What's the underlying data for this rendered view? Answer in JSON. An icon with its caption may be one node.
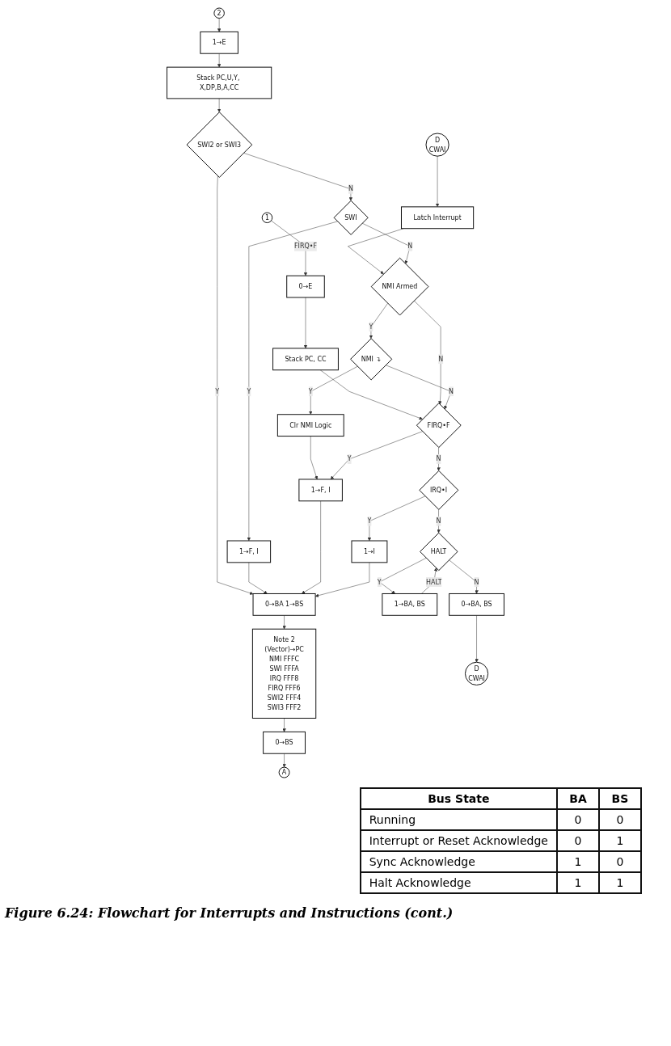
{
  "diagram": {
    "caption": "Figure 6.24: Flowchart for Interrupts and Instructions (cont.)",
    "nodes": [
      {
        "text": [
          "1"
        ]
      },
      {
        "text": [
          "2"
        ]
      },
      {
        "text": [
          "1→E"
        ]
      },
      {
        "text": [
          "0→E"
        ]
      },
      {
        "text": [
          "Stack PC,U,Y, X,DP,B,A,CC"
        ]
      },
      {
        "text": [
          "Stack PC, CC"
        ]
      },
      {
        "text": [
          "D",
          "CWAI"
        ]
      },
      {
        "text": [
          "Latch Interrupt"
        ]
      },
      {
        "text": [
          "SWI2 or SWI3"
        ]
      },
      {
        "text": [
          "SWI"
        ]
      },
      {
        "text": [
          "NMI Armed"
        ]
      },
      {
        "text": [
          "NMI ↴"
        ]
      },
      {
        "text": [
          "Clr NMI Logic"
        ]
      },
      {
        "text": [
          "0→BA 1→BS"
        ]
      },
      {
        "text": [
          "Note 2",
          "(Vector)→PC",
          "NMI",
          "FFFC",
          "SWI",
          "FFFA",
          "IRQ",
          "FFF8",
          "FIRQ",
          "FFF6",
          "SWI2",
          "FFF4",
          "SWI3",
          "FFF2"
        ]
      },
      {
        "text": [
          "FIRQ•F"
        ]
      },
      {
        "text": [
          "IRQ•I"
        ]
      },
      {
        "text": [
          "0→BS"
        ]
      },
      {
        "text": [
          "A"
        ]
      },
      {
        "text": [
          "1→F, I"
        ]
      },
      {
        "text": [
          "1→F, I"
        ]
      },
      {
        "text": [
          "1→I"
        ]
      },
      {
        "text": [
          "HALT"
        ]
      },
      {
        "text": [
          "1→BA, BS"
        ]
      },
      {
        "text": [
          "0→BA, BS"
        ]
      },
      {
        "text": [
          "D",
          "CWAI"
        ]
      }
    ],
    "edges": [
      {
        "from": 0,
        "to": 3,
        "arrow": "to",
        "label": "FIRQ•F"
      },
      {
        "from": 1,
        "to": 2,
        "arrow": "to"
      },
      {
        "from": 2,
        "to": 4,
        "arrow": "to"
      },
      {
        "from": 3,
        "to": 5,
        "arrow": "to"
      },
      {
        "from": 4,
        "to": 8,
        "arrow": "to"
      },
      {
        "from": 5,
        "to": 15,
        "arrow": "to"
      },
      {
        "from": 6,
        "to": 7,
        "arrow": "to"
      },
      {
        "from": 7,
        "to": 10,
        "arrow": "to"
      },
      {
        "from": 8,
        "to": 9,
        "arrow": "to",
        "label": "N"
      },
      {
        "from": 8,
        "to": 13,
        "arrow": "to",
        "label": "Y"
      },
      {
        "from": 9,
        "to": 10,
        "arrow": "to",
        "label": "N"
      },
      {
        "from": 9,
        "to": 19,
        "arrow": "to",
        "label": "Y"
      },
      {
        "from": 10,
        "to": 15,
        "arrow": "to",
        "label": "N"
      },
      {
        "from": 10,
        "to": 11,
        "arrow": "to",
        "label": "Y"
      },
      {
        "from": 11,
        "to": 15,
        "arrow": "to",
        "label": "N"
      },
      {
        "from": 11,
        "to": 12,
        "arrow": "to",
        "label": "Y"
      },
      {
        "from": 12,
        "to": 20,
        "arrow": "to"
      },
      {
        "from": 15,
        "to": 20,
        "arrow": "to",
        "label": "Y"
      },
      {
        "from": 15,
        "to": 16,
        "arrow": "to",
        "label": "N"
      },
      {
        "from": 16,
        "to": 21,
        "arrow": "to",
        "label": "Y"
      },
      {
        "from": 16,
        "to": 22,
        "arrow": "to",
        "label": "N"
      },
      {
        "from": 22,
        "to": 23,
        "arrow": "to",
        "label": "Y"
      },
      {
        "from": 22,
        "to": 24,
        "arrow": "to",
        "label": "N"
      },
      {
        "from": 23,
        "to": 22,
        "arrow": "to",
        "label": "HALT"
      },
      {
        "from": 24,
        "to": 25,
        "arrow": "to"
      },
      {
        "from": 13,
        "to": 14,
        "arrow": "to"
      },
      {
        "from": 14,
        "to": 17,
        "arrow": "to"
      },
      {
        "from": 17,
        "to": 18,
        "arrow": "to"
      },
      {
        "from": 19,
        "to": 13,
        "arrow": "to"
      },
      {
        "from": 20,
        "to": 13,
        "arrow": "to"
      },
      {
        "from": 21,
        "to": 13,
        "arrow": "to"
      }
    ],
    "labels": [
      "Bus State",
      "BA",
      "BS",
      "Running",
      "0",
      "0",
      "Interrupt or Reset Acknowledge",
      "0",
      "1",
      "Sync Acknowledge",
      "1",
      "0",
      "Halt Acknowledge",
      "1",
      "1"
    ]
  }
}
